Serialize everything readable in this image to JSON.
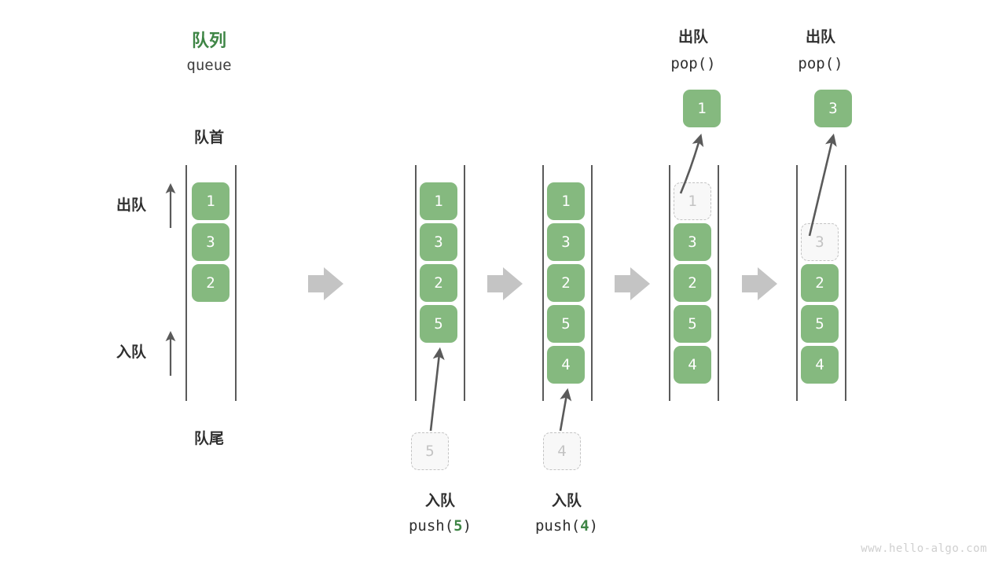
{
  "diagram": {
    "title_cn": "队列",
    "title_en": "queue",
    "front_label": "队首",
    "rear_label": "队尾",
    "dequeue_label": "出队",
    "enqueue_label": "入队",
    "watermark": "www.hello-algo.com",
    "colors": {
      "cell_green": "#85b97f",
      "title_green": "#3e8545",
      "text_dark": "#2f2f2f",
      "ghost_gray": "#c3c3c3",
      "rail_gray": "#5a5a5a",
      "flow_arrow_gray": "#c4c4c4"
    }
  },
  "steps": [
    {
      "id": "state-initial",
      "cells": [
        "1",
        "3",
        "2"
      ],
      "ghost_index": -1,
      "offset_rows": 0,
      "caption_cn": "",
      "caption_code": "",
      "top_cn": "",
      "top_code": "",
      "popped_value": "",
      "incoming_value": ""
    },
    {
      "id": "state-push-5",
      "cells": [
        "1",
        "3",
        "2",
        "5"
      ],
      "ghost_index": -1,
      "offset_rows": 0,
      "caption_cn": "入队",
      "caption_code_prefix": "push(",
      "caption_code_value": "5",
      "caption_code_suffix": ")",
      "incoming_value": "5"
    },
    {
      "id": "state-push-4",
      "cells": [
        "1",
        "3",
        "2",
        "5",
        "4"
      ],
      "ghost_index": -1,
      "offset_rows": 0,
      "caption_cn": "入队",
      "caption_code_prefix": "push(",
      "caption_code_value": "4",
      "caption_code_suffix": ")",
      "incoming_value": "4"
    },
    {
      "id": "state-pop-1",
      "cells": [
        "1",
        "3",
        "2",
        "5",
        "4"
      ],
      "ghost_index": 0,
      "offset_rows": 0,
      "top_cn": "出队",
      "top_code": "pop()",
      "popped_value": "1"
    },
    {
      "id": "state-pop-3",
      "cells": [
        "3",
        "2",
        "5",
        "4"
      ],
      "ghost_index": 0,
      "offset_rows": 1,
      "top_cn": "出队",
      "top_code": "pop()",
      "popped_value": "3"
    }
  ]
}
